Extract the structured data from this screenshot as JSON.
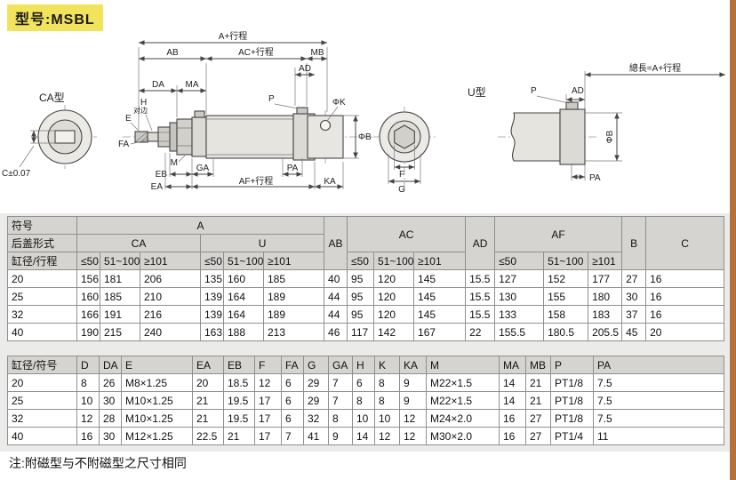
{
  "page": {
    "model_label": "型号:MSBL",
    "note": "注:附磁型与不附磁型之尺寸相同"
  },
  "drawing": {
    "ca_view_label": "CA型",
    "c_tolerance": "C±0.07",
    "dim_a_stroke": "A+行程",
    "dim_ab": "AB",
    "dim_ac_stroke": "AC+行程",
    "dim_mb": "MB",
    "dim_ad": "AD",
    "dim_da": "DA",
    "dim_ma": "MA",
    "dim_h": "H",
    "dim_h_sub": "对边",
    "dim_e": "E",
    "dim_fa": "FA",
    "dim_m": "M",
    "dim_eb": "EB",
    "dim_ea": "EA",
    "dim_ga": "GA",
    "dim_pa": "PA",
    "dim_af_stroke": "AF+行程",
    "dim_ka": "KA",
    "dim_p": "P",
    "dim_phi_k": "ΦK",
    "dim_phi_b": "ΦB",
    "front_dim_f": "F",
    "front_dim_g": "G",
    "u_view_label": "U型",
    "u_total_length": "總長=A+行程",
    "u_dim_p": "P",
    "u_dim_ad": "AD",
    "u_dim_phi_b": "ΦB",
    "u_dim_pa": "PA"
  },
  "table1": {
    "corner_labels": [
      "符号",
      "后盖形式",
      "缸径/行程"
    ],
    "group_a": "A",
    "group_ca": "CA",
    "group_u": "U",
    "col_ab": "AB",
    "group_ac": "AC",
    "col_ad": "AD",
    "group_af": "AF",
    "col_b": "B",
    "col_c": "C",
    "stroke_headers": [
      "≤50",
      "51~100",
      "≥101"
    ],
    "rows": [
      [
        "20",
        "156",
        "181",
        "206",
        "135",
        "160",
        "185",
        "40",
        "95",
        "120",
        "145",
        "15.5",
        "127",
        "152",
        "177",
        "27",
        "16"
      ],
      [
        "25",
        "160",
        "185",
        "210",
        "139",
        "164",
        "189",
        "44",
        "95",
        "120",
        "145",
        "15.5",
        "130",
        "155",
        "180",
        "30",
        "16"
      ],
      [
        "32",
        "166",
        "191",
        "216",
        "139",
        "164",
        "189",
        "44",
        "95",
        "120",
        "145",
        "15.5",
        "133",
        "158",
        "183",
        "37",
        "16"
      ],
      [
        "40",
        "190",
        "215",
        "240",
        "163",
        "188",
        "213",
        "46",
        "117",
        "142",
        "167",
        "22",
        "155.5",
        "180.5",
        "205.5",
        "45",
        "20"
      ]
    ]
  },
  "table2": {
    "headers": [
      "缸径/符号",
      "D",
      "DA",
      "E",
      "EA",
      "EB",
      "F",
      "FA",
      "G",
      "GA",
      "H",
      "K",
      "KA",
      "M",
      "MA",
      "MB",
      "P",
      "PA"
    ],
    "rows": [
      [
        "20",
        "8",
        "26",
        "M8×1.25",
        "20",
        "18.5",
        "12",
        "6",
        "29",
        "7",
        "6",
        "8",
        "9",
        "M22×1.5",
        "14",
        "21",
        "PT1/8",
        "7.5"
      ],
      [
        "25",
        "10",
        "30",
        "M10×1.25",
        "21",
        "19.5",
        "17",
        "6",
        "29",
        "7",
        "8",
        "8",
        "9",
        "M22×1.5",
        "14",
        "21",
        "PT1/8",
        "7.5"
      ],
      [
        "32",
        "12",
        "28",
        "M10×1.25",
        "21",
        "19.5",
        "17",
        "6",
        "32",
        "8",
        "10",
        "10",
        "12",
        "M24×2.0",
        "16",
        "27",
        "PT1/8",
        "7.5"
      ],
      [
        "40",
        "16",
        "30",
        "M12×1.25",
        "22.5",
        "21",
        "17",
        "7",
        "41",
        "9",
        "14",
        "12",
        "12",
        "M30×2.0",
        "16",
        "27",
        "PT1/4",
        "11"
      ]
    ]
  }
}
